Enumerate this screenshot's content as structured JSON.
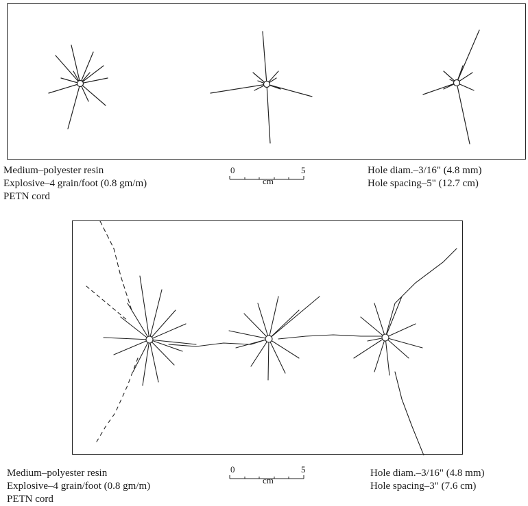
{
  "figure": {
    "top": {
      "material_label": "Medium–polyester resin",
      "explosive_label": "Explosive–4 grain/foot (0.8 gm/m)",
      "cord_label": "PETN cord",
      "hole_diameter_label": "Hole diam.–3/16\" (4.8 mm)",
      "hole_spacing_label": "Hole spacing–5\" (12.7 cm)",
      "scale": {
        "start": "0",
        "end": "5",
        "unit": "cm"
      }
    },
    "bottom": {
      "material_label": "Medium–polyester resin",
      "explosive_label": "Explosive–4 grain/foot (0.8 gm/m)",
      "cord_label": "PETN cord",
      "hole_diameter_label": "Hole diam.–3/16\" (4.8 mm)",
      "hole_spacing_label": "Hole spacing–3\" (7.6 cm)",
      "scale": {
        "start": "0",
        "end": "5",
        "unit": "cm"
      }
    }
  }
}
